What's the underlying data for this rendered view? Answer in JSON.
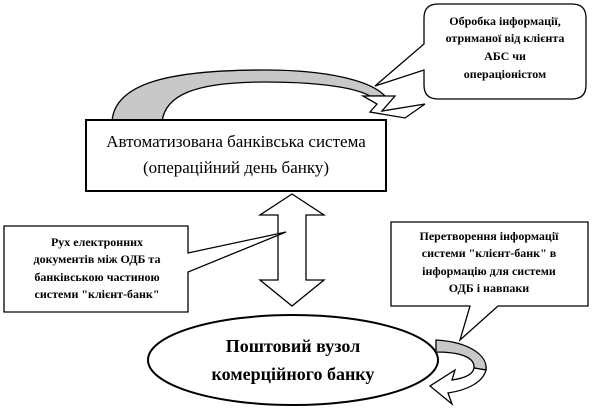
{
  "diagram": {
    "callout_top": {
      "lines": [
        "Обробка інформації,",
        "отриманої від клієнта",
        "АБС чи",
        "операціоністом"
      ]
    },
    "main_box": {
      "lines": [
        "Автоматизована  банківська система",
        "(операційний  день банку)"
      ]
    },
    "callout_left": {
      "lines": [
        "Рух електронних",
        "документів  між ОДБ та",
        "банківською частиною",
        "системи \"клієнт-банк\""
      ]
    },
    "callout_right": {
      "lines": [
        "Перетворення інформації",
        "системи \"клієнт-банк\"  в",
        "інформацію  для системи",
        "ОДБ і навпаки"
      ]
    },
    "oval": {
      "lines": [
        "Поштовий вузол",
        "комерційного банку"
      ]
    },
    "colors": {
      "stroke": "#000000",
      "arrow_fill_gray": "#c8c8c8",
      "background": "#ffffff"
    }
  }
}
